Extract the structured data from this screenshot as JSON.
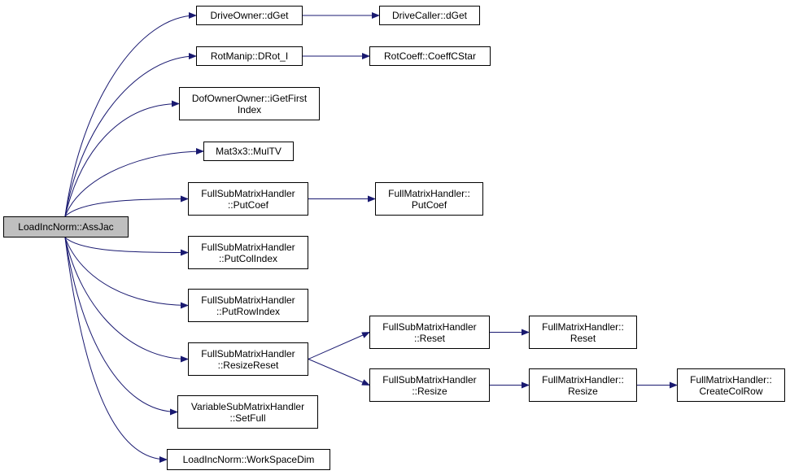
{
  "graph": {
    "edge_color": "#191970",
    "root_fill": "#bfbfbf",
    "nodes": {
      "root": {
        "lines": [
          "LoadIncNorm::AssJac"
        ]
      },
      "drive_owner_dget": {
        "lines": [
          "DriveOwner::dGet"
        ]
      },
      "drive_caller_dget": {
        "lines": [
          "DriveCaller::dGet"
        ]
      },
      "rotmanip_drot_i": {
        "lines": [
          "RotManip::DRot_I"
        ]
      },
      "rotcoeff_coeffcstar": {
        "lines": [
          "RotCoeff::CoeffCStar"
        ]
      },
      "dofownerowner_igetfirstindex": {
        "lines": [
          "DofOwnerOwner::iGetFirst",
          "Index"
        ]
      },
      "mat3x3_multv": {
        "lines": [
          "Mat3x3::MulTV"
        ]
      },
      "fsmh_putcoef": {
        "lines": [
          "FullSubMatrixHandler",
          "::PutCoef"
        ]
      },
      "fmh_putcoef": {
        "lines": [
          "FullMatrixHandler::",
          "PutCoef"
        ]
      },
      "fsmh_putcolindex": {
        "lines": [
          "FullSubMatrixHandler",
          "::PutColIndex"
        ]
      },
      "fsmh_putrowindex": {
        "lines": [
          "FullSubMatrixHandler",
          "::PutRowIndex"
        ]
      },
      "fsmh_resizereset": {
        "lines": [
          "FullSubMatrixHandler",
          "::ResizeReset"
        ]
      },
      "fsmh_reset": {
        "lines": [
          "FullSubMatrixHandler",
          "::Reset"
        ]
      },
      "fmh_reset": {
        "lines": [
          "FullMatrixHandler::",
          "Reset"
        ]
      },
      "fsmh_resize": {
        "lines": [
          "FullSubMatrixHandler",
          "::Resize"
        ]
      },
      "fmh_resize": {
        "lines": [
          "FullMatrixHandler::",
          "Resize"
        ]
      },
      "fmh_createcolrow": {
        "lines": [
          "FullMatrixHandler::",
          "CreateColRow"
        ]
      },
      "vsmh_setfull": {
        "lines": [
          "VariableSubMatrixHandler",
          "::SetFull"
        ]
      },
      "loadincnorm_workspacedim": {
        "lines": [
          "LoadIncNorm::WorkSpaceDim"
        ]
      }
    },
    "edges": [
      [
        "root",
        "drive_owner_dget"
      ],
      [
        "drive_owner_dget",
        "drive_caller_dget"
      ],
      [
        "root",
        "rotmanip_drot_i"
      ],
      [
        "rotmanip_drot_i",
        "rotcoeff_coeffcstar"
      ],
      [
        "root",
        "dofownerowner_igetfirstindex"
      ],
      [
        "root",
        "mat3x3_multv"
      ],
      [
        "root",
        "fsmh_putcoef"
      ],
      [
        "fsmh_putcoef",
        "fmh_putcoef"
      ],
      [
        "root",
        "fsmh_putcolindex"
      ],
      [
        "root",
        "fsmh_putrowindex"
      ],
      [
        "root",
        "fsmh_resizereset"
      ],
      [
        "fsmh_resizereset",
        "fsmh_reset"
      ],
      [
        "fsmh_reset",
        "fmh_reset"
      ],
      [
        "fsmh_resizereset",
        "fsmh_resize"
      ],
      [
        "fsmh_resize",
        "fmh_resize"
      ],
      [
        "fmh_resize",
        "fmh_createcolrow"
      ],
      [
        "root",
        "vsmh_setfull"
      ],
      [
        "root",
        "loadincnorm_workspacedim"
      ]
    ]
  }
}
